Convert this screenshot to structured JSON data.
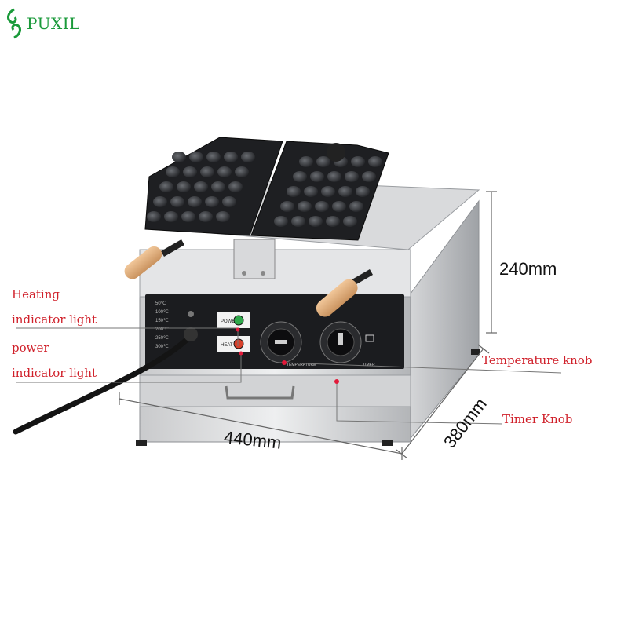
{
  "brand": {
    "name": "PUXIL",
    "color": "#1a9a3a"
  },
  "panel": {
    "power_label": "POWER",
    "heat_label": "HEAT",
    "temp_scale_label": "TEMPERATURE",
    "timer_scale_label": "TIMER"
  },
  "labels": {
    "heating_line1": "Heating",
    "heating_line2": "indicator light",
    "power_line1": "power",
    "power_line2": "indicator light",
    "temperature_knob": "Temperature knob",
    "timer_knob": "Timer Knob",
    "color": "#d0202a"
  },
  "dimensions": {
    "height": "240mm",
    "depth": "380mm",
    "width": "440mm"
  },
  "temp_table": [
    "50℃",
    "100℃",
    "150℃",
    "200℃",
    "250℃",
    "300℃"
  ]
}
